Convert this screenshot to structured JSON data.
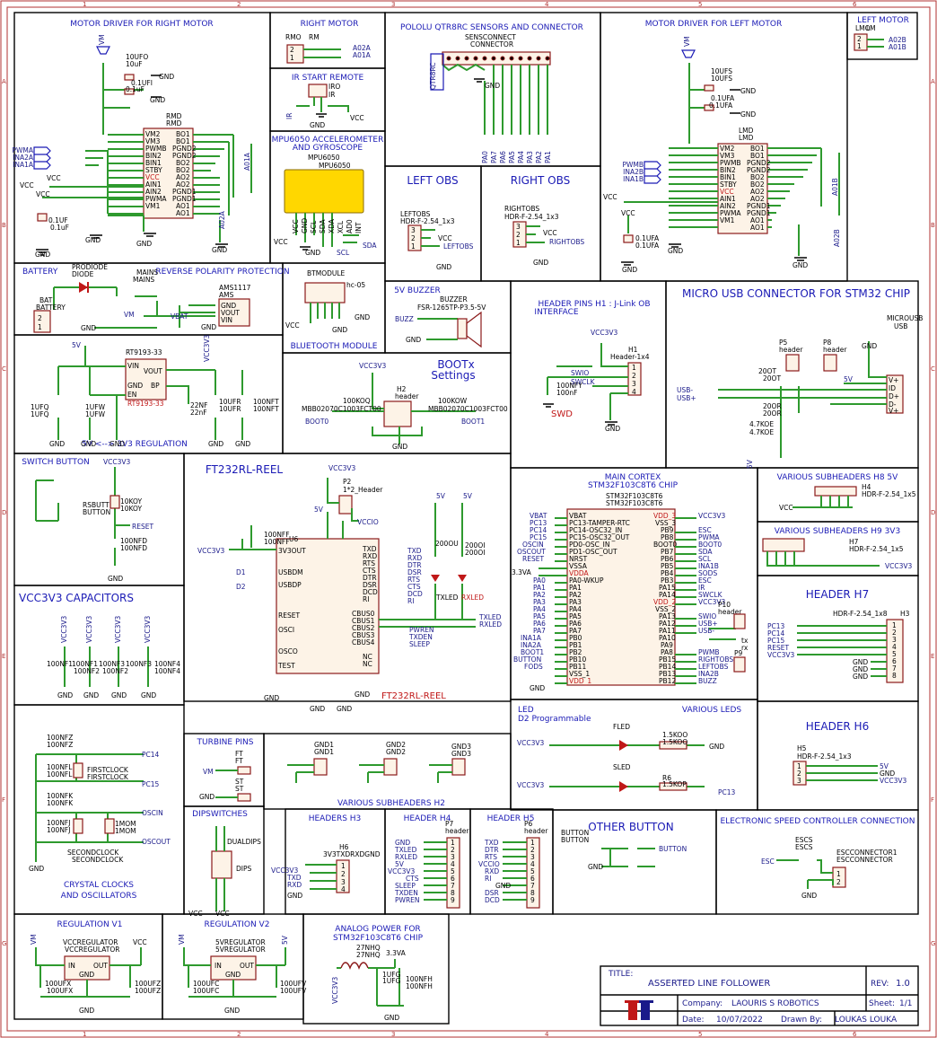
{
  "sections": {
    "motor_right": "MOTOR DRIVER FOR RIGHT MOTOR",
    "right_motor": "RIGHT MOTOR",
    "pololu": "POLOLU QTR8RC SENSORS AND CONNECTOR",
    "motor_left": "MOTOR DRIVER FOR LEFT MOTOR",
    "left_motor": "LEFT MOTOR",
    "ir_start": "IR START REMOTE",
    "mpu_line1": "MPU6050 ACCELEROMETER",
    "mpu_line2": "AND GYROSCOPE",
    "left_obs": "LEFT OBS",
    "right_obs": "RIGHT OBS",
    "battery": "BATTERY",
    "rev_pol": "REVERSE POLARITY PROTECTION",
    "bt": "BLUETOOTH MODULE",
    "buzzer": "5V BUZZER",
    "header_h1_line1": "HEADER PINS H1 : J-Link OB",
    "header_h1_line2": "INTERFACE",
    "micro_usb": "MICRO USB CONNECTOR FOR STM32 CHIP",
    "regulation_33": "5V <--> 3V3 REGULATION",
    "boot_line1": "BOOTx",
    "boot_line2": "Settings",
    "switch": "SWITCH BUTTON",
    "ft232": "FT232RL-REEL",
    "main_cortex_line1": "MAIN CORTEX",
    "main_cortex_line2": "STM32F103C8T6 CHIP",
    "sub_h8": "VARIOUS SUBHEADERS H8 5V",
    "sub_h9": "VARIOUS SUBHEADERS H9 3V3",
    "header_h7": "HEADER H7",
    "vcc_caps": "VCC3V3 CAPACITORS",
    "led_line1": "LED",
    "led_line2": "D2 Programmable",
    "various_leds": "VARIOUS LEDS",
    "header_h6": "HEADER H6",
    "crystal_line1": "CRYSTAL CLOCKS",
    "crystal_line2": "AND OSCILLATORS",
    "turbine": "TURBINE PINS",
    "sub_h2": "VARIOUS SUBHEADERS H2",
    "dip": "DIPSWITCHES",
    "h3": "HEADERS H3",
    "h4": "HEADER H4",
    "h5": "HEADER H5",
    "other_button": "OTHER BUTTON",
    "esc": "ELECTRONIC SPEED CONTROLLER CONNECTION",
    "reg_v1": "REGULATION V1",
    "reg_v2": "REGULATION V2",
    "analog_line1": "ANALOG POWER FOR",
    "analog_line2": "STM32F103C8T6 CHIP"
  },
  "labels": {
    "rmd": "RMD",
    "lmd": "LMD",
    "rm": "RM",
    "lm": "LM",
    "qtr": "QTR8RC",
    "sensconnect": "SENSCONNECT",
    "connector": "CONNECTOR",
    "mpu6050": "MPU6050",
    "leftobs": "LEFTOBS",
    "rightobs": "RIGHTOBS",
    "hdr_1x3": "HDR-F-2.54_1x3",
    "prodiode": "PRODIODE",
    "diode": "DIODE",
    "mains": "MAINS",
    "ams1117": "AMS1117",
    "ams": "AMS",
    "bat": "BAT",
    "btmodule": "BTMODULE",
    "hc05": "hc-05",
    "buzzer_part": "BUZZER",
    "fsr": "FSR-1265TP-P3.5-5V",
    "h1": "H1",
    "header_1x4": "Header-1x4",
    "swd": "SWD",
    "microusb": "MICROUSB",
    "usb": "USB",
    "rt9193": "RT9193-33",
    "h2": "H2",
    "header": "header",
    "boot0": "BOOT0",
    "boot1": "BOOT1",
    "rsbutt": "RSBUTT",
    "button": "BUTTON",
    "reset": "RESET",
    "u6": "U6",
    "stm32": "STM32F103C8T6",
    "txled": "TXLED",
    "rxled": "RXLED",
    "fled": "FLED",
    "sled": "SLED",
    "h4": "H4",
    "hdr_1x5": "HDR-F-2.54_1x5",
    "h7": "H7",
    "h3": "H3",
    "hdr_1x8": "HDR-F-2.54_1x8",
    "h5": "H5",
    "firstclock": "FIRSTCLOCK",
    "secondclock": "SECONDCLOCK",
    "dualdips": "DUALDIPS",
    "dips": "DIPS",
    "h6_part": "H6",
    "h6_name": "3V3TXDRXDGND",
    "p7": "P7",
    "p6": "P6",
    "escs": "ESCS",
    "escconnector": "ESCCONNECTOR1",
    "vccregulator": "VCCREGULATOR",
    "5vregulator": "5VREGULATOR",
    "vcc": "VCC",
    "vm": "VM",
    "vcc3v3": "VCC3V3",
    "5v": "5V",
    "gnd": "GND",
    "3v3a": "3.3VA",
    "mainsw": "MAINS"
  },
  "title_block": {
    "title_label": "TITLE:",
    "title": "ASSERTED LINE FOLLOWER",
    "rev_label": "REV:",
    "rev": "1.0",
    "company_label": "Company:",
    "company": "LAOURIS S ROBOTICS",
    "sheet_label": "Sheet:",
    "sheet": "1/1",
    "date_label": "Date:",
    "date": "10/07/2022",
    "drawn_label": "Drawn By:",
    "drawn": "LOUKAS LOUKA"
  },
  "colors": {
    "wire": "#2e9a2e",
    "component": "#8b1a1a",
    "net_label": "#1a1ab5",
    "frame": "#000000",
    "logo_red": "#c01818"
  }
}
